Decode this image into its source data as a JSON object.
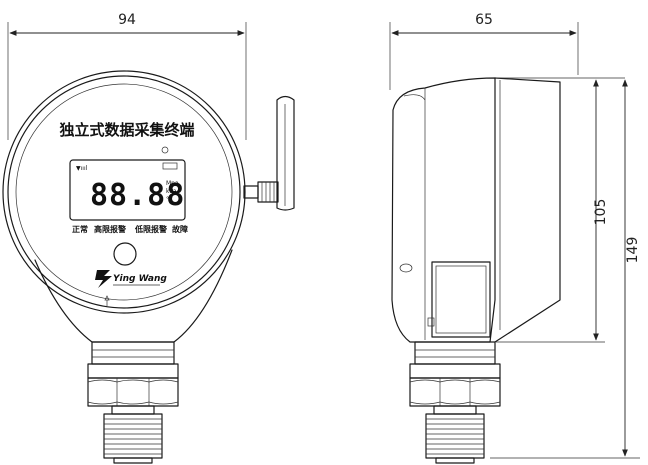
{
  "dimensions": {
    "front_width": "94",
    "side_width": "65",
    "body_height": "105",
    "total_height": "149"
  },
  "device": {
    "title": "独立式数据采集终端",
    "display_digits": "88.88",
    "display_units": [
      "Mpa",
      "kPa",
      "℃"
    ],
    "status_labels": [
      "正常",
      "高限报警",
      "低限报警",
      "故障"
    ],
    "brand_name": "Ying Wang"
  }
}
